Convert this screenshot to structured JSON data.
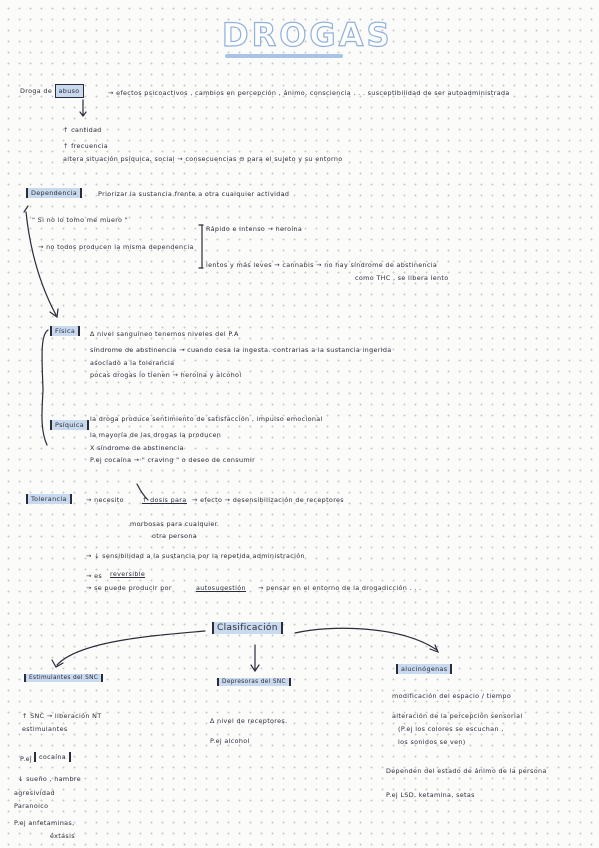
{
  "title": "DROGAS",
  "uso": {
    "prefix": "Droga de",
    "boxed": "abuso",
    "line1": "→ efectos psicoactivos , cambios en percepción , ánimo, consciencia . . . susceptibilidad de ser autoadministrada",
    "cantidad": "↑ cantidad",
    "frecuencia": "↑ frecuencia",
    "alterar": "altera situación psíquica, social → consecuencias ⊖ para el sujeto y su entorno"
  },
  "dependencia": {
    "label": "Dependencia",
    "text": "Priorizar la sustancia frente a otra cualquier actividad",
    "quote": "\" Si no lo tomo me muero \"",
    "todos": "→ no todos producen la misma dependencia",
    "rapido": "Rápido e intenso → heroína",
    "lento": "lentos y más leves → cannabis → no hay síndrome de abstinencia",
    "tipo": "como THC , se libera lento"
  },
  "fisica": {
    "label": "Física",
    "lines": [
      "∆ nivel sanguíneo tenemos niveles del P.A",
      "síndrome de abstinencia → cuando cesa la ingesta. contrarias a la sustancia ingerida",
      "asociado a la tolerancia",
      "pocas drogas lo tienen → heroína y alcohol"
    ]
  },
  "psiquica": {
    "label": "Psíquica",
    "lines": [
      "la droga produce sentimiento de satisfacción , impulso emocional",
      "la mayoría de las drogas la producen",
      "X síndrome de abstinencia",
      "P.ej cocaína → \" craving \" o deseo de consumir"
    ]
  },
  "tolerancia": {
    "label": "Tolerancia",
    "necesito": "→ necesito",
    "dosis": "↑ dosis para",
    "efecto": "→ efecto → desensibilización de receptores",
    "morbosas": "morbosas para cualquier",
    "otra": "otra persona",
    "sensibilidad": "→ ↓ sensibilidad a la sustancia por la repetida administración",
    "es": "→ es",
    "reversible": "reversible",
    "puede": "→ se puede producir por",
    "autosugestion": "autosugestión",
    "pensar": "→ pensar en el entorno de la drogadicción . . ."
  },
  "clasificacion": {
    "label": "Clasificación",
    "estimulantes": {
      "label": "Estimulantes del SNC",
      "line1": "↑ SNC → liberación NT",
      "line2": "estimulantes",
      "pej": "P.ej",
      "cocaina": "cocaína",
      "efectos": [
        "↓ sueño , hambre",
        "agresividad",
        "Paranoico"
      ],
      "anfet": "P.ej anfetaminas,",
      "extasis": "éxtasis"
    },
    "depresoras": {
      "label": "Depresoras del SNC",
      "line1": "∆ nivel de receptores.",
      "line2": "P.ej alcohol"
    },
    "alucinogenas": {
      "label": "alucinógenas",
      "line1": "modificación del espacio / tiempo",
      "line2": "alteración de la percepción sensorial",
      "line3": "(P.ej los colores se escuchan ,",
      "line4": "los sonidos se ven)",
      "line5": "Dependen del estado de ánimo de la persona",
      "line6": "P.ej LSD, ketamina, setas"
    }
  }
}
